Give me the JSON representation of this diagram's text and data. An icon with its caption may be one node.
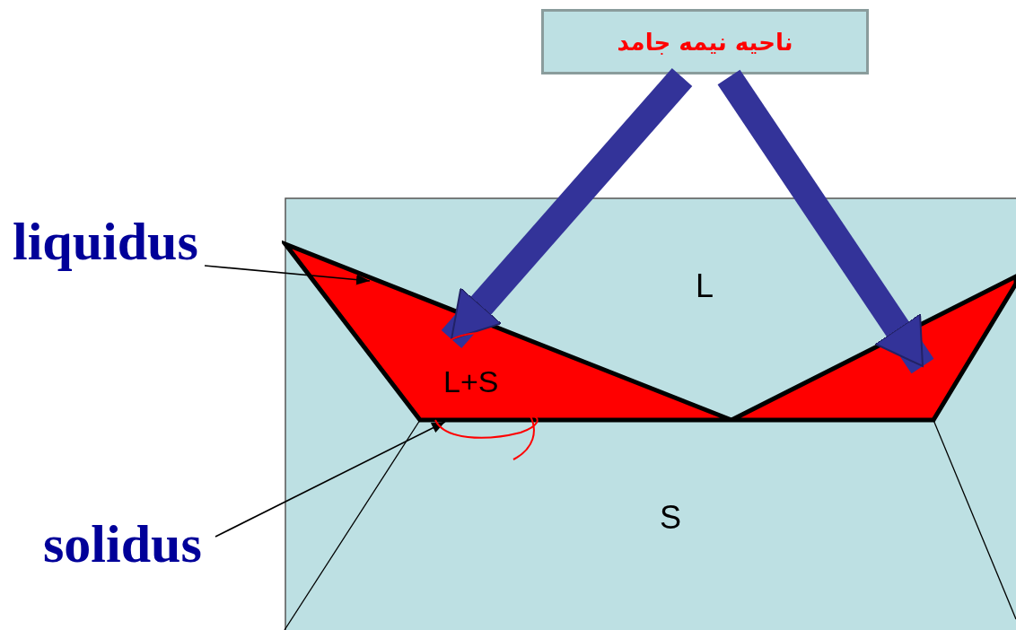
{
  "diagram": {
    "nodes": [
      {
        "text": [
          "ناحیه نیمه جامد"
        ]
      },
      {
        "text": [
          "L+S"
        ]
      },
      {
        "text": [],
        "shape": "polygon"
      },
      {
        "text": [
          "liquidus"
        ]
      },
      {
        "text": [
          "solidus"
        ]
      }
    ],
    "edges": [
      {
        "from": 0,
        "to": 1,
        "arrow": "to",
        "style": "thick",
        "color": "#333399"
      },
      {
        "from": 0,
        "to": 2,
        "arrow": "to",
        "style": "thick",
        "color": "#333399"
      },
      {
        "from": 3,
        "to": 1,
        "arrow": "to",
        "color": "#000000"
      },
      {
        "from": 4,
        "to": 1,
        "arrow": "to",
        "color": "#000000"
      }
    ],
    "labels": [
      "L",
      "S"
    ]
  }
}
